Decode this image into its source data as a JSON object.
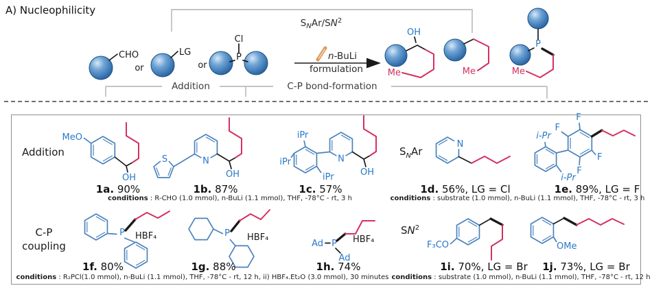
{
  "colors": {
    "structure_blue": "#4a82bd",
    "heteroatom_blue": "#2878c8",
    "chain_red": "#d4305f",
    "sphere_blue": "#3571ae",
    "bracket_gray": "#b0b0b0"
  },
  "panel": {
    "title": "A) Nucleophilicity"
  },
  "scheme": {
    "aldehyde_label": "CHO",
    "or_1": "or",
    "halide_label": "LG",
    "or_2": "or",
    "phosphine": {
      "cl": "Cl",
      "p": "P"
    },
    "route": {
      "p1": "S",
      "p2": "N",
      "p3": "Ar/S",
      "p4": "N",
      "p5": "2"
    },
    "reagent": {
      "italic": "n",
      "rest": "-BuLi",
      "line2": "formulation"
    },
    "addition_bracket": "Addition",
    "cp_bracket": "C-P bond-formation",
    "alcohol_product": {
      "oh": "OH",
      "me": "Me"
    },
    "alkyl_product": {
      "me": "Me"
    },
    "phosphine_product": {
      "p": "P",
      "me": "Me"
    }
  },
  "sections": {
    "addition": {
      "label": "Addition",
      "conditions_prefix": "conditions",
      "conditions": " : R-CHO (1.0 mmol), n-BuLi (1.1 mmol), THF, -78°C - rt, 3 h"
    },
    "snar": {
      "label_s": "S",
      "label_n": "N",
      "label_rest": "Ar",
      "conditions_prefix": "conditions",
      "conditions": " : substrate (1.0 mmol), n-BuLi (1.1 mmol), THF, -78°C - rt, 3 h"
    },
    "cp_coupling": {
      "label_line1": "C-P",
      "label_line2": "coupling",
      "conditions_prefix": "conditions",
      "conditions": " : R₂PCl(1.0 mmol), n-BuLi (1.1 mmol), THF, -78°C - rt, 12 h, ii) HBF₄.Et₂O (3.0 mmol), 30 minutes"
    },
    "sn2": {
      "label_s": "S",
      "label_n": "N",
      "label_sup": "2",
      "conditions_prefix": "conditions",
      "conditions": " : substrate (1.0 mmol), n-BuLi (1.1 mmol), THF, -78°C - rt, 12 h"
    }
  },
  "compounds": {
    "a": {
      "id": "1a.",
      "yield": "90%",
      "labels": {
        "meo": "MeO",
        "oh": "OH"
      }
    },
    "b": {
      "id": "1b.",
      "yield": "87%",
      "labels": {
        "s": "S",
        "n": "N",
        "oh": "OH"
      }
    },
    "c": {
      "id": "1c.",
      "yield": "57%",
      "labels": {
        "ipr_top": "iPr",
        "ipr_left": "iPr",
        "ipr_bottom": "iPr",
        "n": "N",
        "oh": "OH"
      }
    },
    "d": {
      "id": "1d.",
      "yield": "56%, LG = Cl",
      "labels": {
        "n": "N"
      }
    },
    "e": {
      "id": "1e.",
      "yield": "89%, LG = F",
      "labels": {
        "f1": "F",
        "f2": "F",
        "f3": "F",
        "f4": "F",
        "ipr_top": "i-Pr",
        "ipr_bottom": "i-Pr"
      }
    },
    "f": {
      "id": "1f.",
      "yield": "80%",
      "labels": {
        "p": "P",
        "salt": "HBF₄"
      }
    },
    "g": {
      "id": "1g.",
      "yield": "88%",
      "labels": {
        "p": "P",
        "salt": "HBF₄"
      }
    },
    "h": {
      "id": "1h.",
      "yield": "74%",
      "labels": {
        "ad1": "Ad",
        "p": "P",
        "ad2": "Ad",
        "salt": "HBF₄"
      }
    },
    "i": {
      "id": "1i.",
      "yield": "70%, LG = Br",
      "labels": {
        "ocf3": "F₃CO"
      }
    },
    "j": {
      "id": "1j.",
      "yield": "73%, LG = Br",
      "labels": {
        "ome": "OMe"
      }
    }
  }
}
